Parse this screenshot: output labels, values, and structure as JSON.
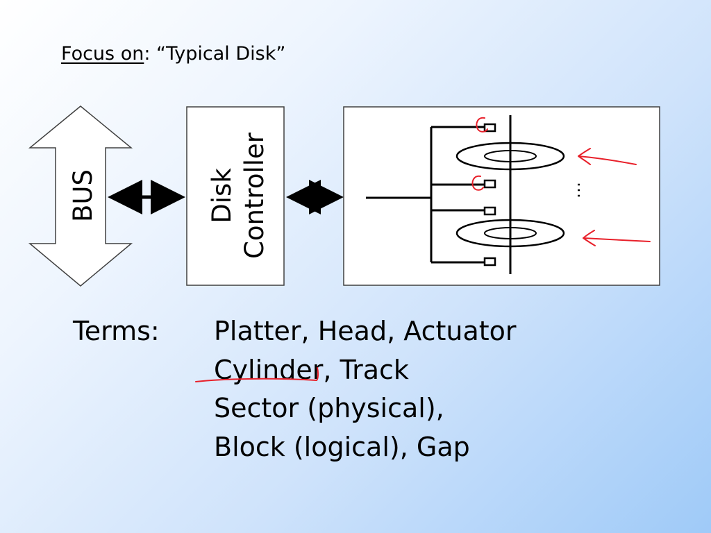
{
  "title": {
    "focus_label": "Focus on",
    "separator": ": ",
    "subject": "“Typical Disk”"
  },
  "diagram": {
    "bus_label": "BUS",
    "controller_label_line1": "Disk",
    "controller_label_line2": "Controller",
    "ellipsis": "…",
    "ink_color": "#e8202a"
  },
  "terms": {
    "label": "Terms:",
    "items": [
      "Platter, Head, Actuator",
      "Cylinder, Track",
      "Sector (physical),",
      "Block (logical), Gap"
    ]
  }
}
